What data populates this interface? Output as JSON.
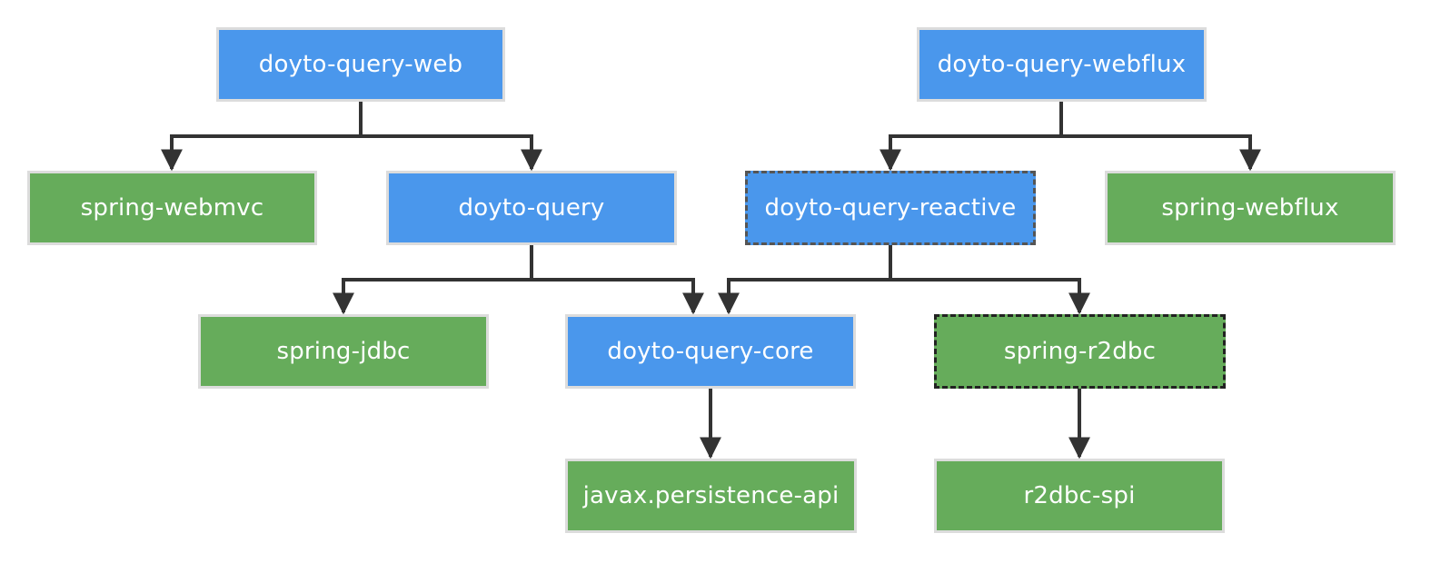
{
  "nodes": {
    "doyto_query_web": "doyto-query-web",
    "doyto_query_webflux": "doyto-query-webflux",
    "spring_webmvc": "spring-webmvc",
    "doyto_query": "doyto-query",
    "doyto_query_reactive": "doyto-query-reactive",
    "spring_webflux": "spring-webflux",
    "spring_jdbc": "spring-jdbc",
    "doyto_query_core": "doyto-query-core",
    "spring_r2dbc": "spring-r2dbc",
    "javax_persistence_api": "javax.persistence-api",
    "r2dbc_spi": "r2dbc-spi"
  },
  "edges": [
    [
      "doyto-query-web",
      "spring-webmvc"
    ],
    [
      "doyto-query-web",
      "doyto-query"
    ],
    [
      "doyto-query-webflux",
      "doyto-query-reactive"
    ],
    [
      "doyto-query-webflux",
      "spring-webflux"
    ],
    [
      "doyto-query",
      "spring-jdbc"
    ],
    [
      "doyto-query",
      "doyto-query-core"
    ],
    [
      "doyto-query-reactive",
      "doyto-query-core"
    ],
    [
      "doyto-query-reactive",
      "spring-r2dbc"
    ],
    [
      "doyto-query-core",
      "javax.persistence-api"
    ],
    [
      "spring-r2dbc",
      "r2dbc-spi"
    ]
  ],
  "colors": {
    "blue_node": "#4a97ec",
    "green_node": "#66ac5b",
    "connector": "#333333",
    "node_border": "#dcdcdc"
  }
}
